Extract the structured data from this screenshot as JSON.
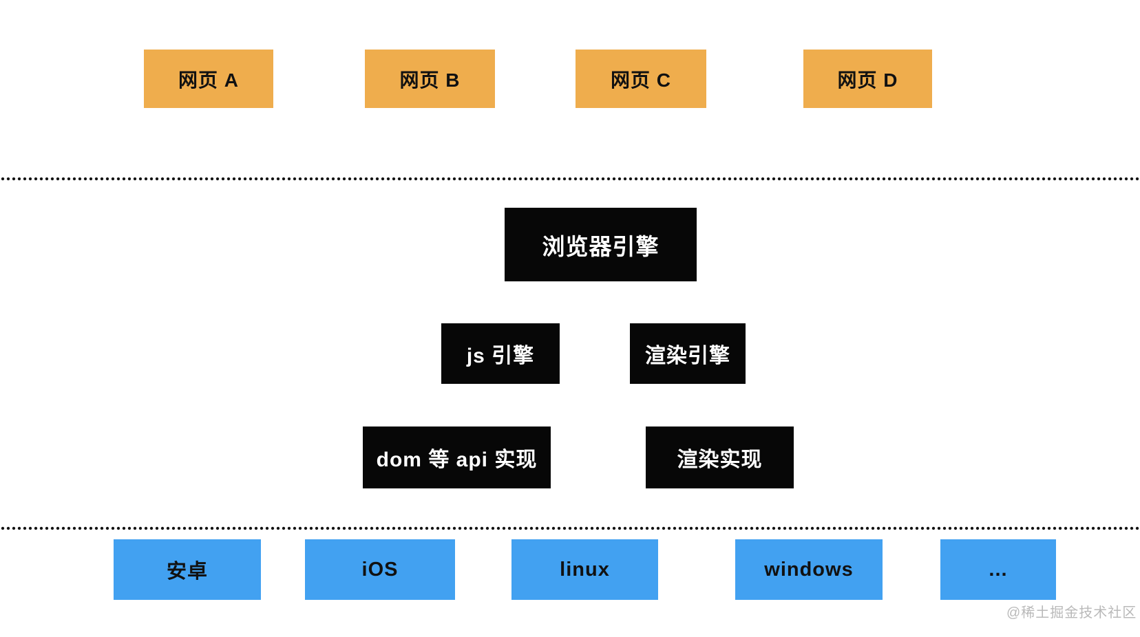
{
  "colors": {
    "webpage_box_bg": "#EFAD4D",
    "engine_box_bg": "#070707",
    "os_box_bg": "#42A1F1",
    "box_text_dark": "#111111",
    "box_text_light": "#FFFFFF",
    "separator_dot": "#151515",
    "watermark_text": "#B9B9B9"
  },
  "layers": {
    "webpages": {
      "items": [
        {
          "label": "网页 A"
        },
        {
          "label": "网页 B"
        },
        {
          "label": "网页 C"
        },
        {
          "label": "网页 D"
        }
      ]
    },
    "browser_engine": {
      "label": "浏览器引擎"
    },
    "engines": {
      "items": [
        {
          "label": "js 引擎"
        },
        {
          "label": "渲染引擎"
        }
      ]
    },
    "implementations": {
      "items": [
        {
          "label": "dom 等 api 实现"
        },
        {
          "label": "渲染实现"
        }
      ]
    },
    "operating_systems": {
      "items": [
        {
          "label": "安卓"
        },
        {
          "label": "iOS"
        },
        {
          "label": "linux"
        },
        {
          "label": "windows"
        },
        {
          "label": "..."
        }
      ]
    }
  },
  "watermark": "@稀土掘金技术社区"
}
